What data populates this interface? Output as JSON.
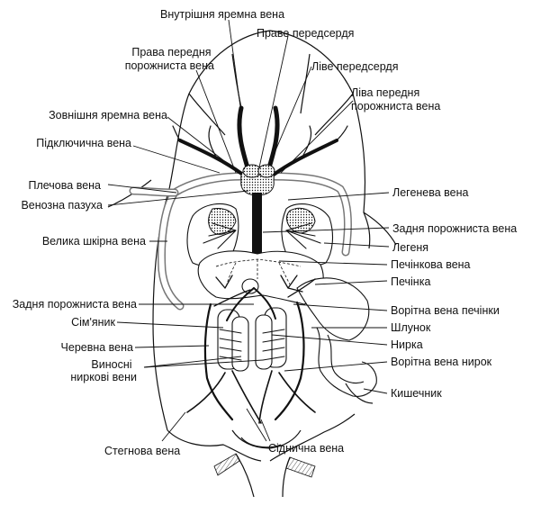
{
  "labels": {
    "internal_jugular": "Внутрішня яремна вена",
    "right_atrium": "Праве передсердя",
    "right_anterior_vena_cava": "Права передня\nпорожниста вена",
    "left_atrium": "Ліве передсердя",
    "left_anterior_vena_cava": "Ліва передня\nпорожниста вена",
    "external_jugular": "Зовнішня яремна вена",
    "subclavian": "Підключична вена",
    "brachial": "Плечова вена",
    "sinus_venosus": "Венозна пазуха",
    "great_cutaneous": "Велика шкірна вена",
    "pulmonary_vein": "Легенева вена",
    "posterior_vena_cava_right": "Задня порожниста вена",
    "lungs": "Легеня",
    "hepatic_vein": "Печінкова вена",
    "liver": "Печінка",
    "posterior_vena_cava_left": "Задня порожниста вена",
    "hepatic_portal": "Ворітна вена печінки",
    "ovary": "Сім'яник",
    "stomach": "Шлунок",
    "abdominal_vein": "Черевна вена",
    "kidney": "Нирка",
    "efferent_renal": "Виносні\nниркові вени",
    "renal_portal": "Ворітна вена нирок",
    "intestine": "Кишечник",
    "femoral": "Стегнова вена",
    "sciatic": "Сіднична вена"
  },
  "colors": {
    "ink": "#111111",
    "gray_vessel": "#777777",
    "background": "#ffffff"
  }
}
